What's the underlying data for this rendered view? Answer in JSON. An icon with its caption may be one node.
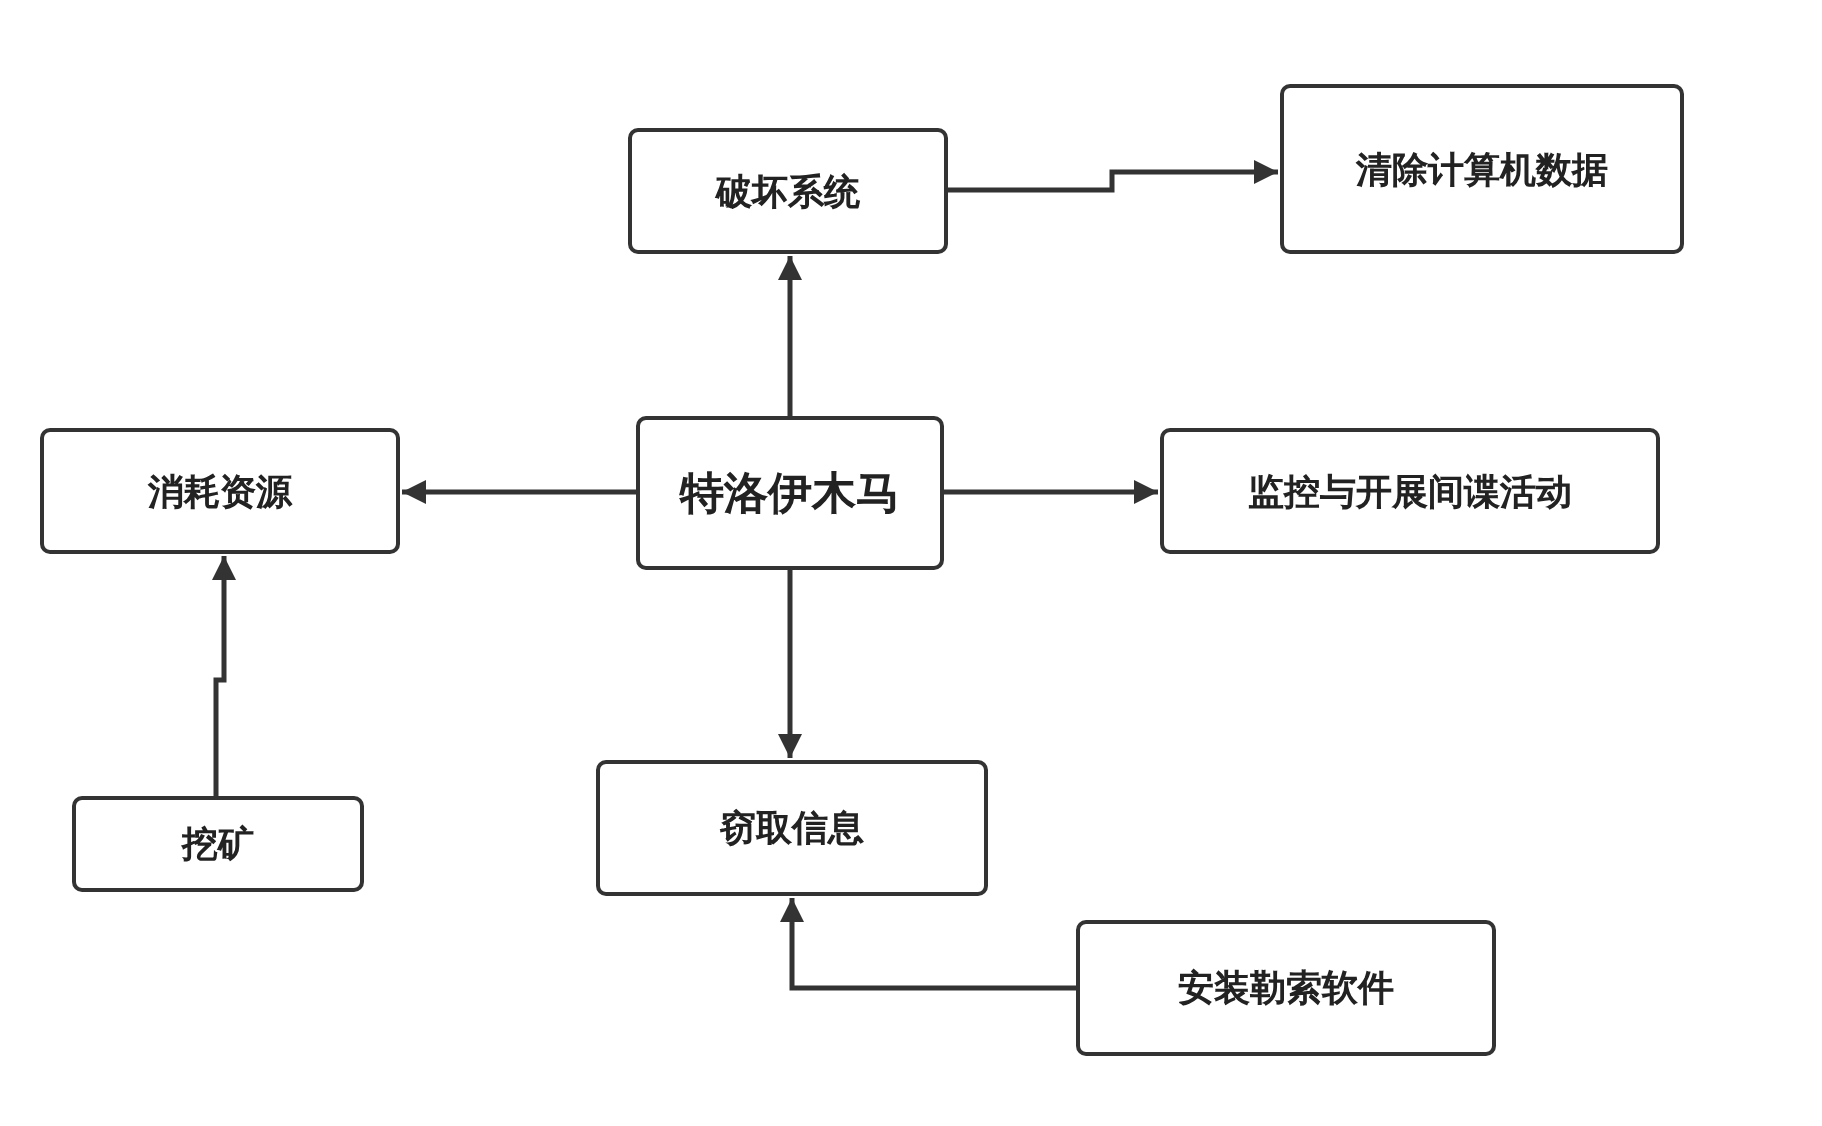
{
  "diagram": {
    "nodes": [
      {
        "text": [
          "特洛伊木马"
        ]
      },
      {
        "text": [
          "破坏系统"
        ]
      },
      {
        "text": [
          "清除计算机数据"
        ]
      },
      {
        "text": [
          "消耗资源"
        ]
      },
      {
        "text": [
          "监控与开展间谍活动"
        ]
      },
      {
        "text": [
          "挖矿"
        ]
      },
      {
        "text": [
          "窃取信息"
        ]
      },
      {
        "text": [
          "安装勒索软件"
        ]
      }
    ],
    "edges": [
      {
        "from": 0,
        "to": 1,
        "arrow": "to"
      },
      {
        "from": 1,
        "to": 2,
        "arrow": "to"
      },
      {
        "from": 0,
        "to": 3,
        "arrow": "to"
      },
      {
        "from": 0,
        "to": 4,
        "arrow": "to"
      },
      {
        "from": 5,
        "to": 3,
        "arrow": "to"
      },
      {
        "from": 0,
        "to": 6,
        "arrow": "to"
      },
      {
        "from": 7,
        "to": 6,
        "arrow": "to"
      }
    ]
  }
}
